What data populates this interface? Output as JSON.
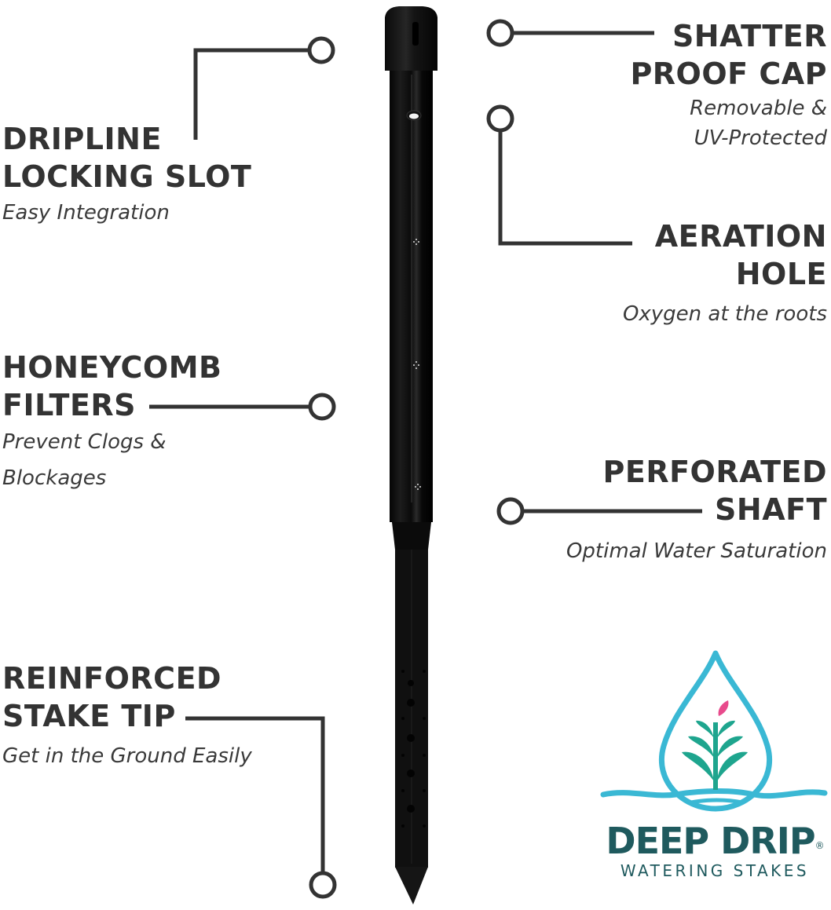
{
  "colors": {
    "text": "#333333",
    "line": "#333333",
    "stake": "#0d0d0d",
    "logo_blue": "#3ab8d4",
    "logo_leaf": "#1ea58e",
    "logo_bud": "#e84a8c",
    "logo_text": "#1f5a5e"
  },
  "callouts": {
    "dripline": {
      "title1": "DRIPLINE",
      "title2": "LOCKING SLOT",
      "subtitle": "Easy Integration"
    },
    "shatter": {
      "title1": "SHATTER",
      "title2": "PROOF CAP",
      "subtitle1": "Removable &",
      "subtitle2": "UV-Protected"
    },
    "aeration": {
      "title1": "AERATION",
      "title2": "HOLE",
      "subtitle": "Oxygen at the roots"
    },
    "honeycomb": {
      "title1": "HONEYCOMB",
      "title2": "FILTERS",
      "subtitle1": "Prevent Clogs &",
      "subtitle2": "Blockages"
    },
    "perforated": {
      "title1": "PERFORATED",
      "title2": "SHAFT",
      "subtitle": "Optimal Water Saturation"
    },
    "reinforced": {
      "title1": "REINFORCED",
      "title2": "STAKE TIP",
      "subtitle": "Get in the Ground Easily"
    }
  },
  "logo": {
    "brand": "DEEP DRIP",
    "registered": "®",
    "tagline": "WATERING STAKES",
    "icon": "water-drop-with-plant-icon"
  },
  "product": {
    "name": "watering stake",
    "icon": "stake-illustration"
  }
}
